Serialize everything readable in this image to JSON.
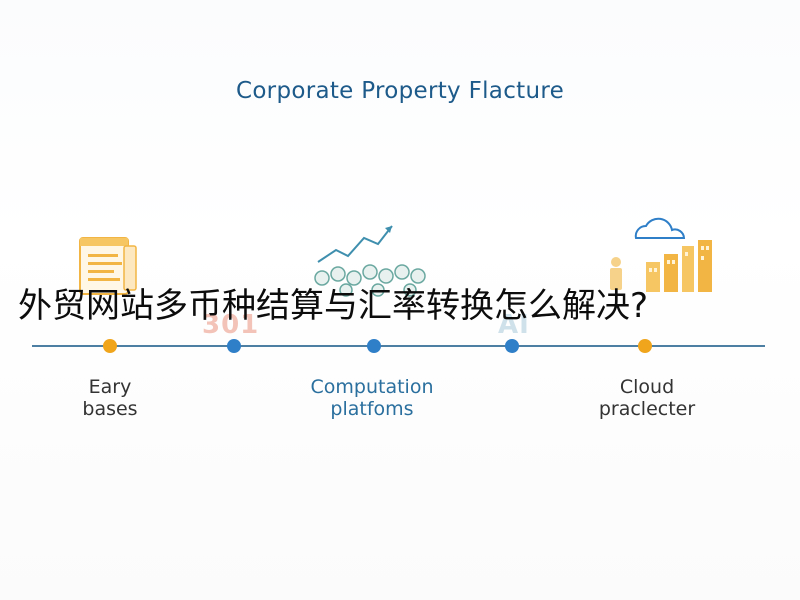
{
  "diagram": {
    "title": "Corporate Property Flacture",
    "overlay_heading": "外贸网站多币种结算与汇率转换怎么解决?",
    "faint_labels": {
      "left": "301",
      "right": "AI"
    },
    "milestones": [
      {
        "line1": "Eary",
        "line2": "bases",
        "icon": "document-icon"
      },
      {
        "line1": "Computation",
        "line2": "platfoms",
        "icon": "chart-coins-icon"
      },
      {
        "line1": "Cloud",
        "line2": "praclecter",
        "icon": "cloud-buildings-icon"
      }
    ],
    "colors": {
      "title": "#1d5a8a",
      "line": "#4d7fa3",
      "node_orange": "#f0a51c",
      "node_blue": "#2f7fc8",
      "label_dark": "#333333",
      "label_blue": "#2a6f9e",
      "faint_red": "#f3c3b8",
      "faint_teal": "#cfe1ea"
    }
  }
}
